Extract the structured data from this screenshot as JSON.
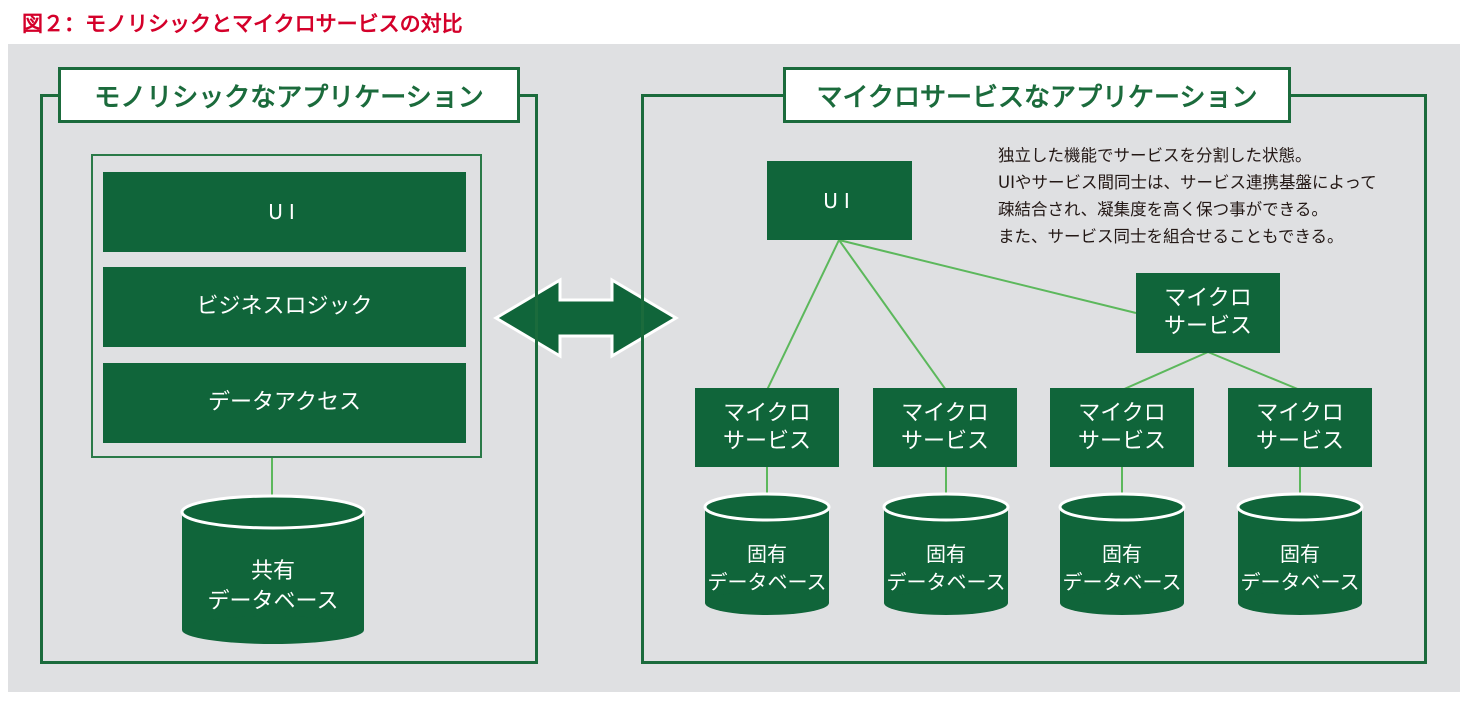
{
  "figure_title": "図２：モノリシックとマイクロサービスの対比",
  "monolithic": {
    "title": "モノリシックなアプリケーション",
    "layers": [
      "UI",
      "ビジネスロジック",
      "データアクセス"
    ],
    "database": "共有\nデータベース"
  },
  "microservices": {
    "title": "マイクロサービスなアプリケーション",
    "description": "独立した機能でサービスを分割した状態。\nUIやサービス間同士は、サービス連携基盤によって\n疎結合され、凝集度を高く保つ事ができる。\nまた、サービス同士を組合せることもできる。",
    "ui": "UI",
    "mid_service": "マイクロ\nサービス",
    "services": [
      "マイクロ\nサービス",
      "マイクロ\nサービス",
      "マイクロ\nサービス",
      "マイクロ\nサービス"
    ],
    "databases": [
      "固有\nデータベース",
      "固有\nデータベース",
      "固有\nデータベース",
      "固有\nデータベース"
    ]
  },
  "colors": {
    "title_red": "#d4002a",
    "box_green": "#10653a",
    "frame_green": "#1b6b3c",
    "line_green": "#5cb85c",
    "panel_gray": "#dfe0e2"
  }
}
